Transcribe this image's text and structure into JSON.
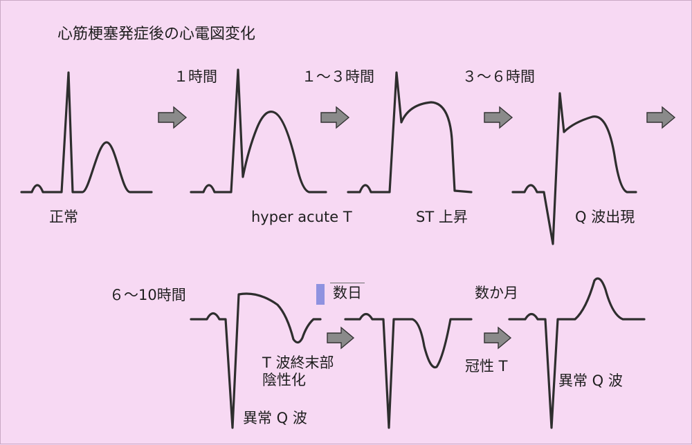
{
  "title": "心筋梗塞発症後の心電図変化",
  "times": {
    "t1": "１時間",
    "t2": "１～３時間",
    "t3": "３～６時間",
    "t4": "６～10時間",
    "t5": "数日",
    "t6": "数か月"
  },
  "stages": {
    "normal": "正常",
    "hyperacute": "hyper acute T",
    "st_elevation": "ST 上昇",
    "q_wave": "Q 波出現",
    "t_inversion": "T 波終末部\n陰性化",
    "abnormal_q_1": "異常 Q 波",
    "coronary_t": "冠性 T",
    "abnormal_q_2": "異常 Q 波"
  },
  "colors": {
    "background": "#f7d9f3",
    "wave": "#2e2e2e",
    "arrow": "#8a8a8a",
    "marker": "#8f92e0"
  }
}
